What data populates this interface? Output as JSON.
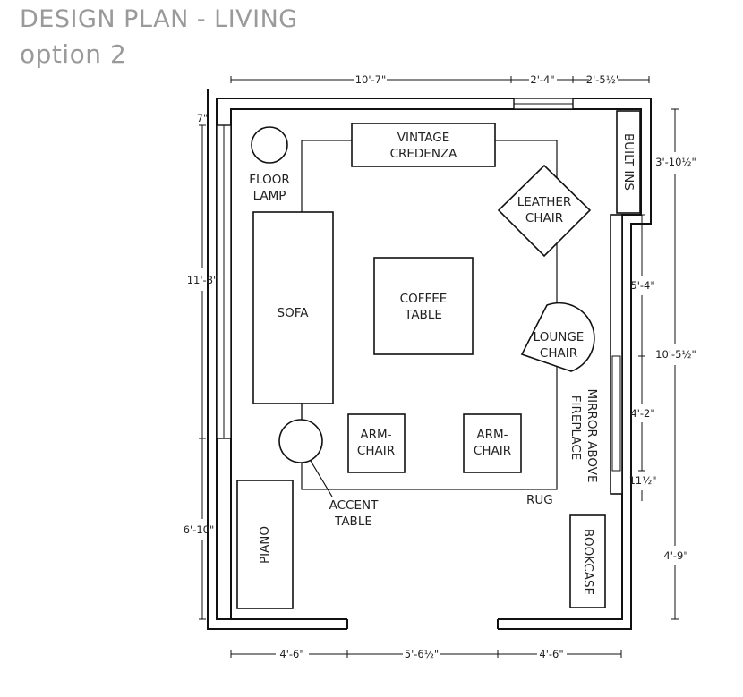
{
  "title": {
    "line1": "DESIGN PLAN - LIVING",
    "line2": "option 2"
  },
  "furniture": {
    "vintage_credenza": [
      "VINTAGE",
      "CREDENZA"
    ],
    "floor_lamp": [
      "FLOOR",
      "LAMP"
    ],
    "leather_chair": [
      "LEATHER",
      "CHAIR"
    ],
    "built_ins": "BUILT INS",
    "sofa": "SOFA",
    "coffee_table": [
      "COFFEE",
      "TABLE"
    ],
    "lounge_chair": [
      "LOUNGE",
      "CHAIR"
    ],
    "armchair_left": [
      "ARM-",
      "CHAIR"
    ],
    "armchair_right": [
      "ARM-",
      "CHAIR"
    ],
    "accent_table": [
      "ACCENT",
      "TABLE"
    ],
    "rug": "RUG",
    "mirror_fireplace": [
      "MIRROR ABOVE",
      "FIREPLACE"
    ],
    "piano": "PIANO",
    "bookcase": "BOOKCASE"
  },
  "dimensions": {
    "top": [
      "10'-7\"",
      "2'-4\"",
      "2'-5½\""
    ],
    "left": [
      "7\"",
      "11'-8\"",
      "6'-10\""
    ],
    "right": [
      "3'-10½\"",
      "5'-4\"",
      "10'-5½\"",
      "4'-2\"",
      "11½\"",
      "4'-9\""
    ],
    "bottom": [
      "4'-6\"",
      "5'-6½\"",
      "4'-6\""
    ]
  }
}
